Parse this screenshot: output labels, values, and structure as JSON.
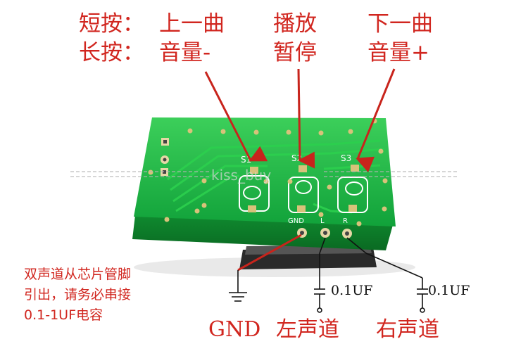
{
  "labels": {
    "short_press": "短按：",
    "long_press": "长按：",
    "s1_short": "上一曲",
    "s1_long": "音量-",
    "s2_short": "播放",
    "s2_long": "暂停",
    "s3_short": "下一曲",
    "s3_long": "音量+"
  },
  "silkscreen": {
    "s1": "S1",
    "s2": "S2",
    "s3": "S3",
    "gnd": "GND",
    "left": "L",
    "right": "R"
  },
  "watermark": "kiss_buy",
  "note": {
    "line1": "双声道从芯片管脚",
    "line2": "引出，请务必串接",
    "line3": "0.1-1UF电容"
  },
  "capacitors": {
    "left_value": "0.1UF",
    "right_value": "0.1UF"
  },
  "bottom_labels": {
    "gnd": "GND",
    "left": "左声道",
    "right": "右声道"
  },
  "colors": {
    "text_red": "#d1261f",
    "pcb_green": "#19b13c",
    "pad_gold": "#d8c27a"
  }
}
